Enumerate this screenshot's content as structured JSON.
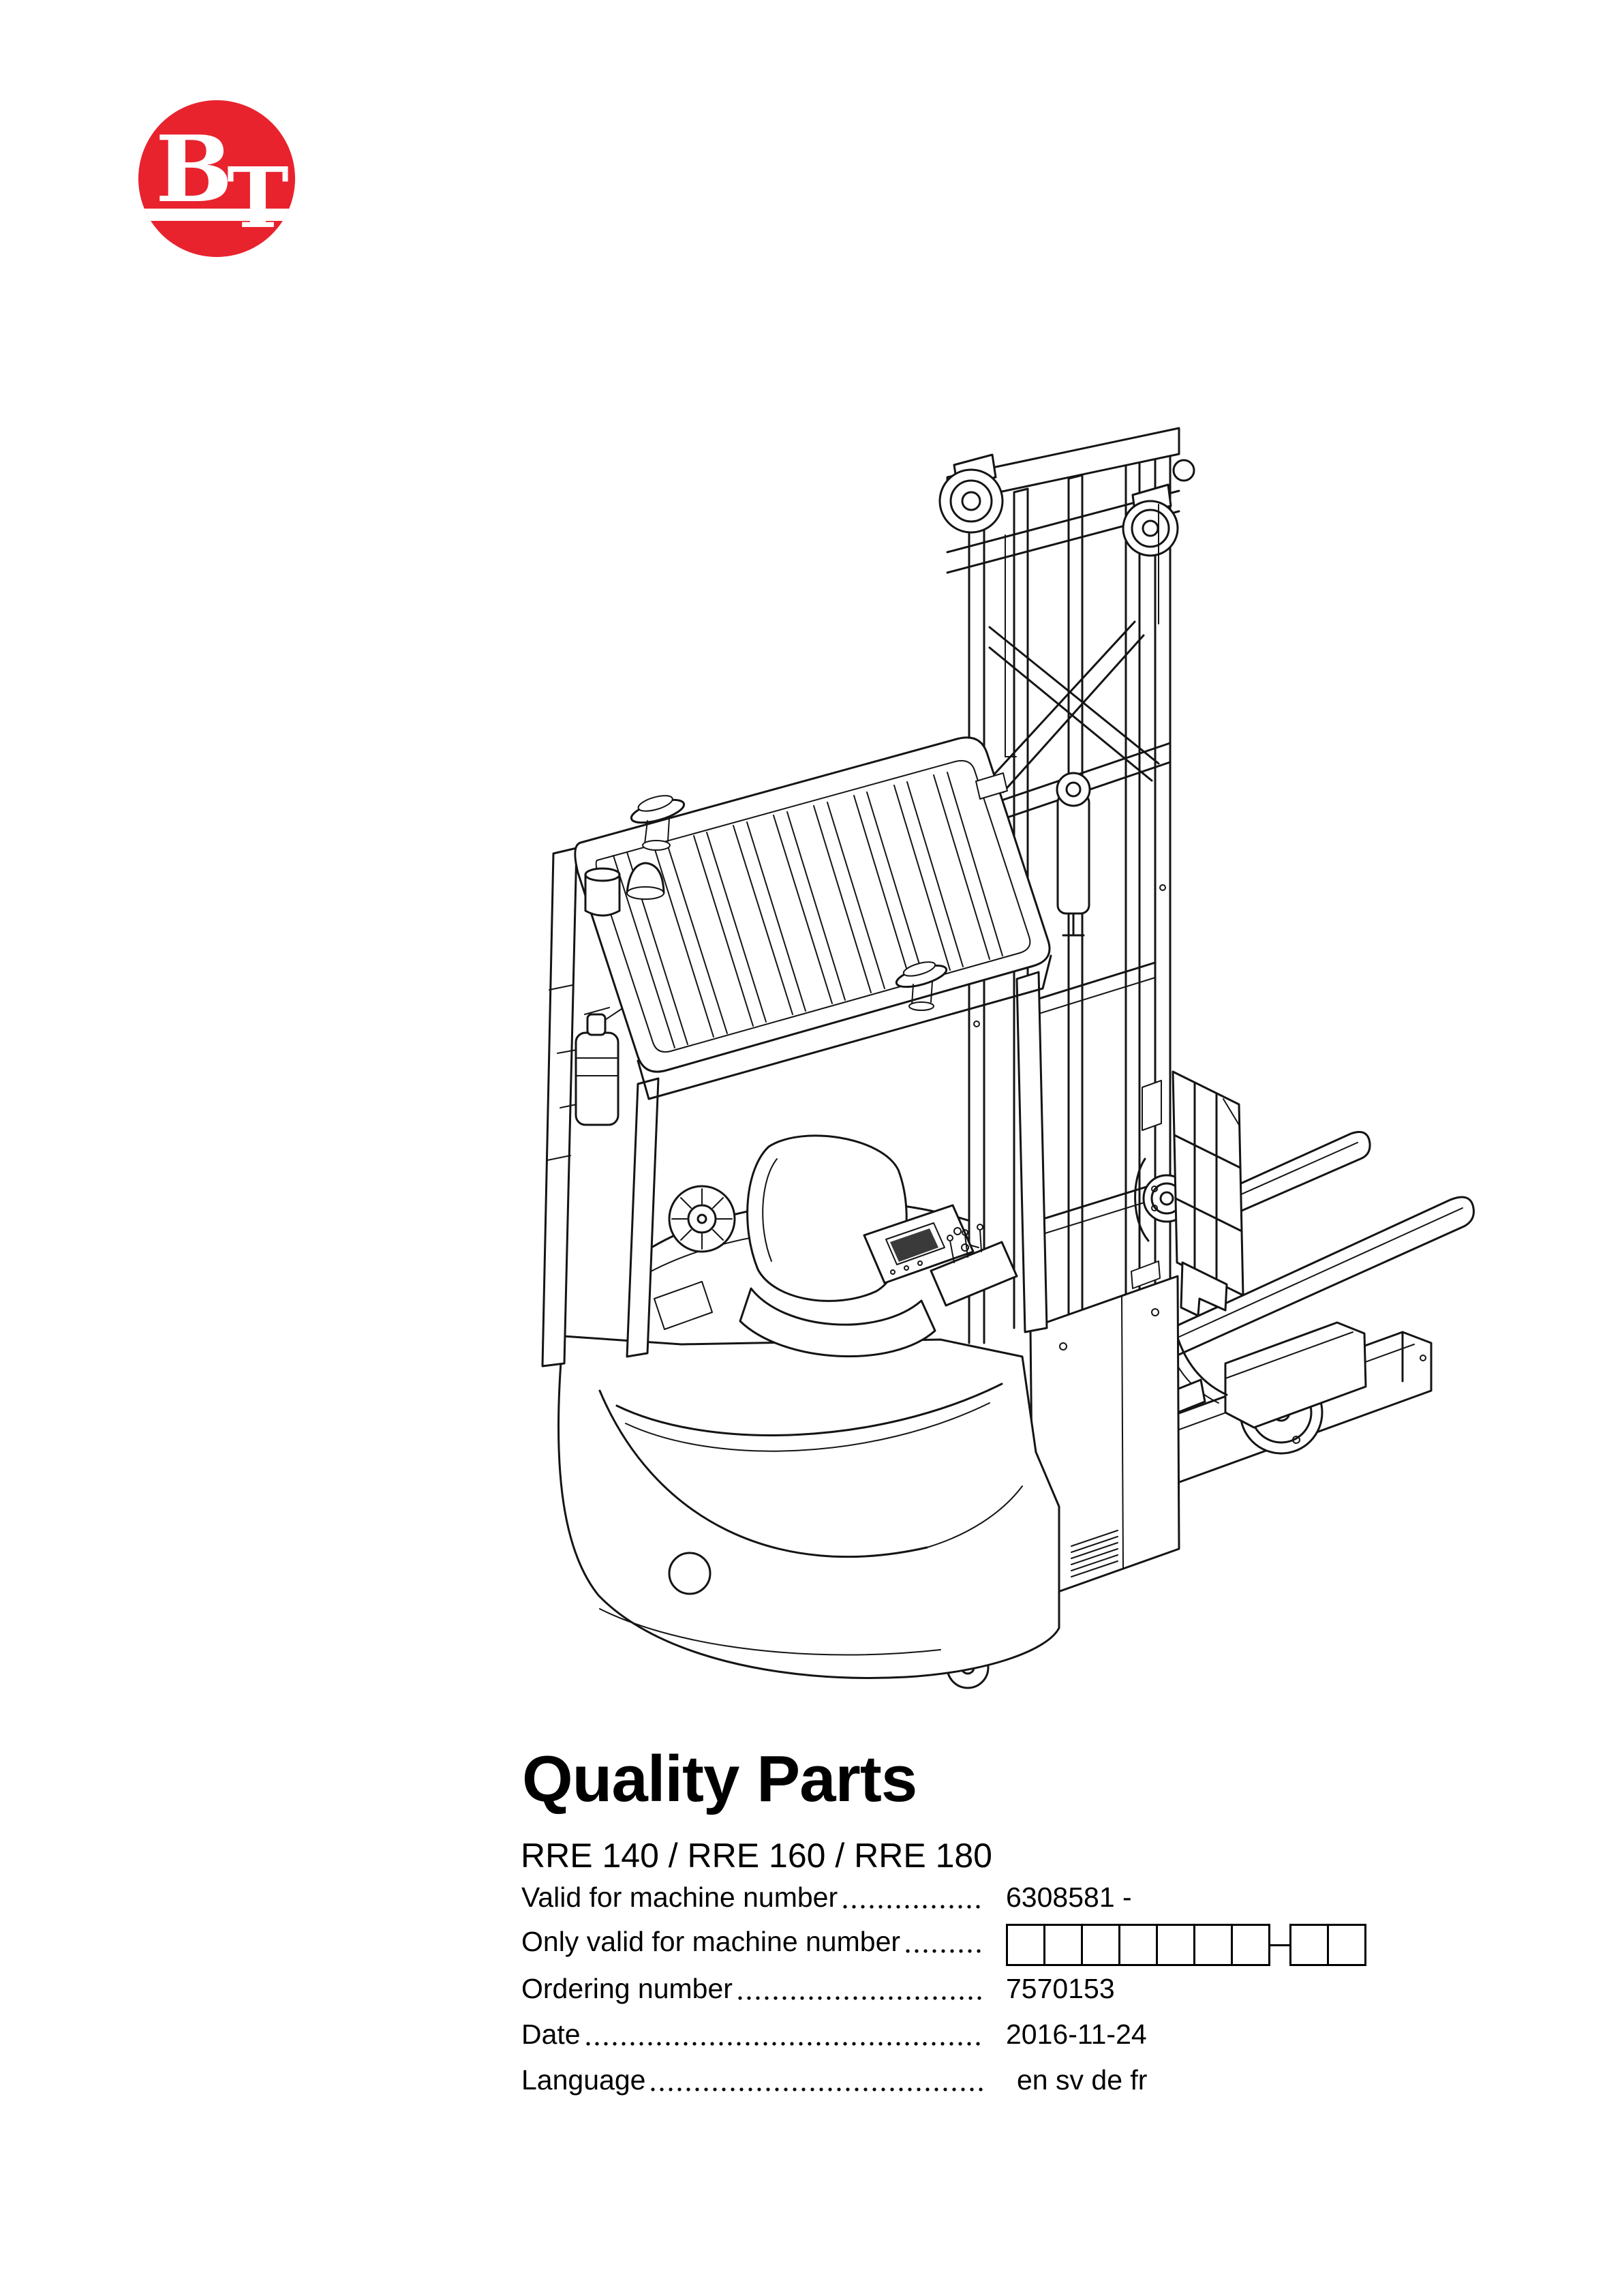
{
  "page": {
    "bg": "#ffffff"
  },
  "logo": {
    "b": "B",
    "t": "T",
    "circle_color": "#e8232e",
    "stripe_color": "#ffffff"
  },
  "header": {
    "title": "Quality Parts",
    "subtitle": "RRE 140 / RRE 160 / RRE 180"
  },
  "fields": [
    {
      "label": "Valid for machine number",
      "value": "6308581 -"
    },
    {
      "label": "Only valid for machine number",
      "value": "",
      "boxes": {
        "group1_cells": 7,
        "separator": "-",
        "group2_cells": 2
      }
    },
    {
      "label": "Ordering number",
      "value": "7570153"
    },
    {
      "label": "Date",
      "value": "2016-11-24"
    },
    {
      "label": "Language",
      "value": "en sv de fr"
    }
  ],
  "illustration": {
    "name": "bt-reach-truck-line-art"
  }
}
